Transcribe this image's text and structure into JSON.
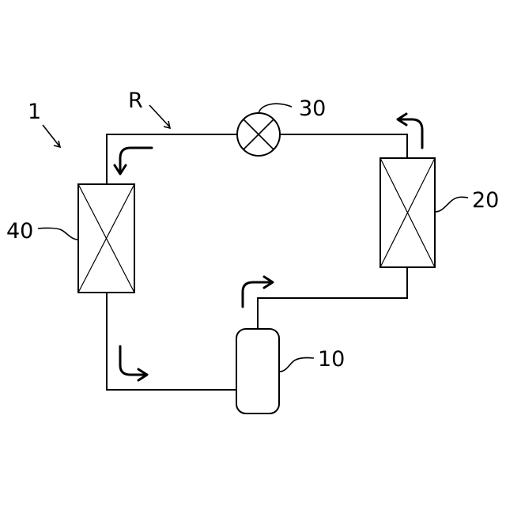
{
  "labels": {
    "system": "1",
    "refrigerant": "R",
    "compressor": "10",
    "heat_exchanger_right": "20",
    "expansion_valve": "30",
    "heat_exchanger_left": "40"
  }
}
